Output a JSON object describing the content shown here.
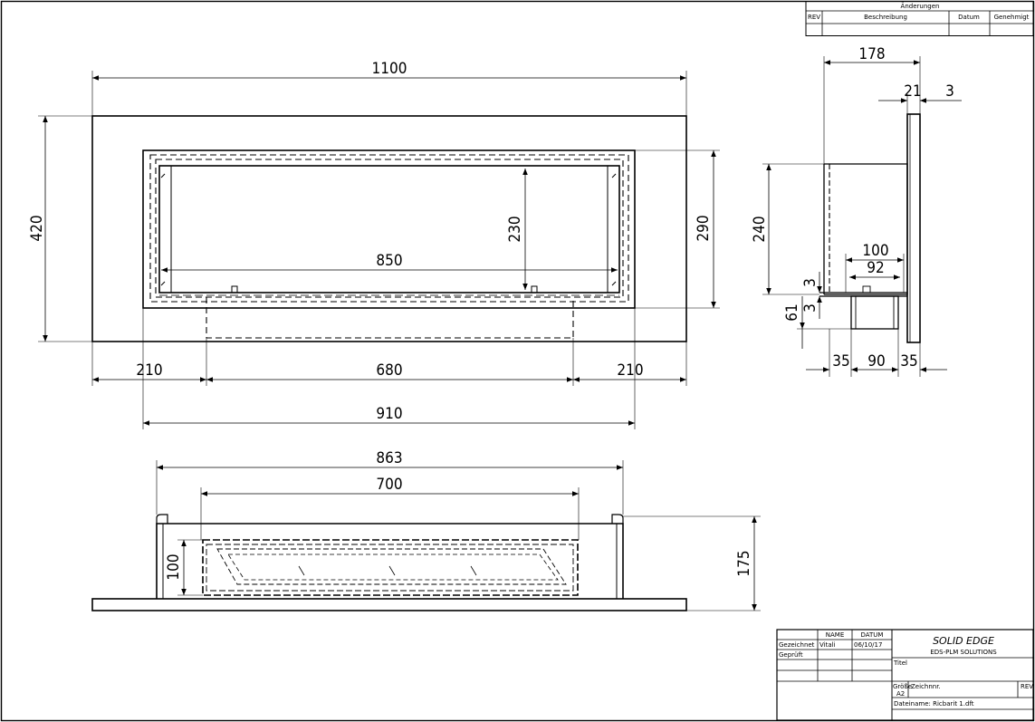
{
  "revision_block": {
    "title": "Änderungen",
    "columns": [
      "REV",
      "Beschreibung",
      "Datum",
      "Genehmigt"
    ]
  },
  "front_view": {
    "overall_width": "1100",
    "overall_height": "420",
    "insert_height": "290",
    "opening_height": "230",
    "burner_width": "850",
    "left_offset": "210",
    "center_width": "680",
    "right_offset": "210",
    "insert_width": "910"
  },
  "side_view": {
    "depth": "178",
    "frame_thickness": "21",
    "glass_gap": "3",
    "body_height": "240",
    "tray_width": "100",
    "inner_width": "92",
    "gap_top": "3",
    "gap_bottom": "3",
    "leg_height": "61",
    "left_margin": "35",
    "base_width": "90",
    "right_margin": "35"
  },
  "top_view": {
    "outer_width": "863",
    "inner_width": "700",
    "inner_depth": "100",
    "overall_depth": "175"
  },
  "title_block": {
    "col_name": "NAME",
    "col_date": "DATUM",
    "row_drawn": "Gezeichnet",
    "drawn_name": "Vitali",
    "drawn_date": "06/10/17",
    "row_checked": "Geprüft",
    "company": "SOLID EDGE",
    "company_sub": "EDS-PLM SOLUTIONS",
    "title_label": "Titel",
    "size_label": "Größe",
    "size_value": "A2",
    "drawing_no_label": "Zeichnnr.",
    "rev_label": "REV",
    "filename": "Dateiname: Ricbarit 1.dft"
  }
}
